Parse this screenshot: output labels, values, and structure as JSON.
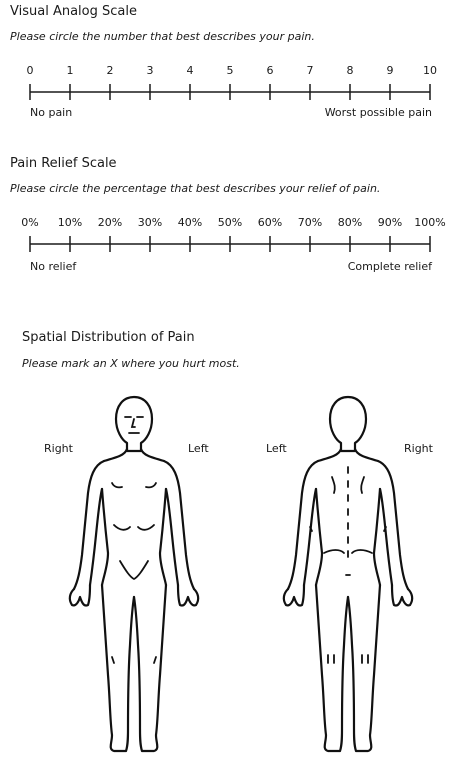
{
  "vas": {
    "title": "Visual Analog Scale",
    "instruction": "Please circle the number that best describes your pain.",
    "ticks": [
      "0",
      "1",
      "2",
      "3",
      "4",
      "5",
      "6",
      "7",
      "8",
      "9",
      "10"
    ],
    "left_label": "No pain",
    "right_label": "Worst possible pain"
  },
  "relief": {
    "title": "Pain Relief Scale",
    "instruction": "Please circle the percentage that best describes your relief of pain.",
    "ticks": [
      "0%",
      "10%",
      "20%",
      "30%",
      "40%",
      "50%",
      "60%",
      "70%",
      "80%",
      "90%",
      "100%"
    ],
    "left_label": "No relief",
    "right_label": "Complete relief"
  },
  "spatial": {
    "title": "Spatial Distribution of Pain",
    "instruction": "Please mark an X where you hurt most.",
    "front": {
      "right_label": "Right",
      "left_label": "Left"
    },
    "back": {
      "left_label": "Left",
      "right_label": "Right"
    }
  }
}
